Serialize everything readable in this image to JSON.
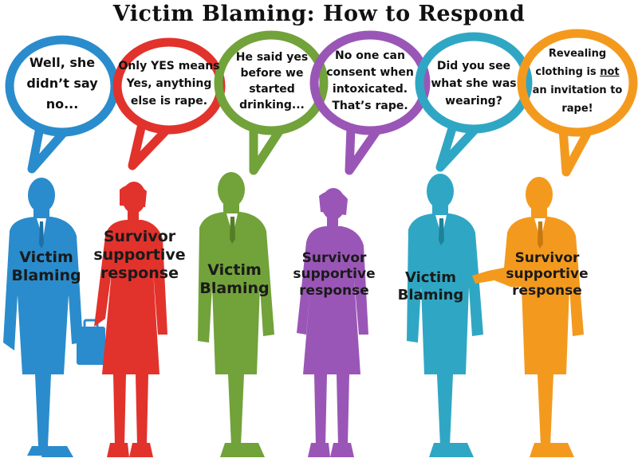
{
  "title": "Victim Blaming: How to Respond",
  "colors": {
    "blue": "#2a8ccc",
    "red": "#e2322c",
    "green": "#72a23a",
    "purple": "#9a56b6",
    "teal": "#2fa7c4",
    "orange": "#f39a1e"
  },
  "bubbles": [
    {
      "lines": [
        "Well, she",
        "didn’t say",
        "no..."
      ],
      "color": "blue"
    },
    {
      "lines": [
        "Only YES means",
        "Yes, anything",
        "else is rape."
      ],
      "color": "red"
    },
    {
      "lines": [
        "He said yes",
        "before we",
        "started",
        "drinking..."
      ],
      "color": "green"
    },
    {
      "lines": [
        "No one can",
        "consent when",
        "intoxicated.",
        "That’s rape."
      ],
      "color": "purple"
    },
    {
      "lines": [
        "Did you see",
        "what she was",
        "wearing?"
      ],
      "color": "teal"
    },
    {
      "line1": "Revealing",
      "line2": "clothing is ",
      "emphasis": "not",
      "line3": "an invitation to",
      "line4": "rape!",
      "color": "orange"
    }
  ],
  "figures": [
    {
      "label_line1": "Victim",
      "label_line2": "Blaming",
      "color": "blue"
    },
    {
      "label_line1": "Survivor",
      "label_line2": "supportive",
      "label_line3": "response",
      "color": "red"
    },
    {
      "label_line1": "Victim",
      "label_line2": "Blaming",
      "color": "green"
    },
    {
      "label_line1": "Survivor",
      "label_line2": "supportive",
      "label_line3": "response",
      "color": "purple"
    },
    {
      "label_line1": "Victim",
      "label_line2": "Blaming",
      "color": "teal"
    },
    {
      "label_line1": "Survivor",
      "label_line2": "supportive",
      "label_line3": "response",
      "color": "orange"
    }
  ]
}
